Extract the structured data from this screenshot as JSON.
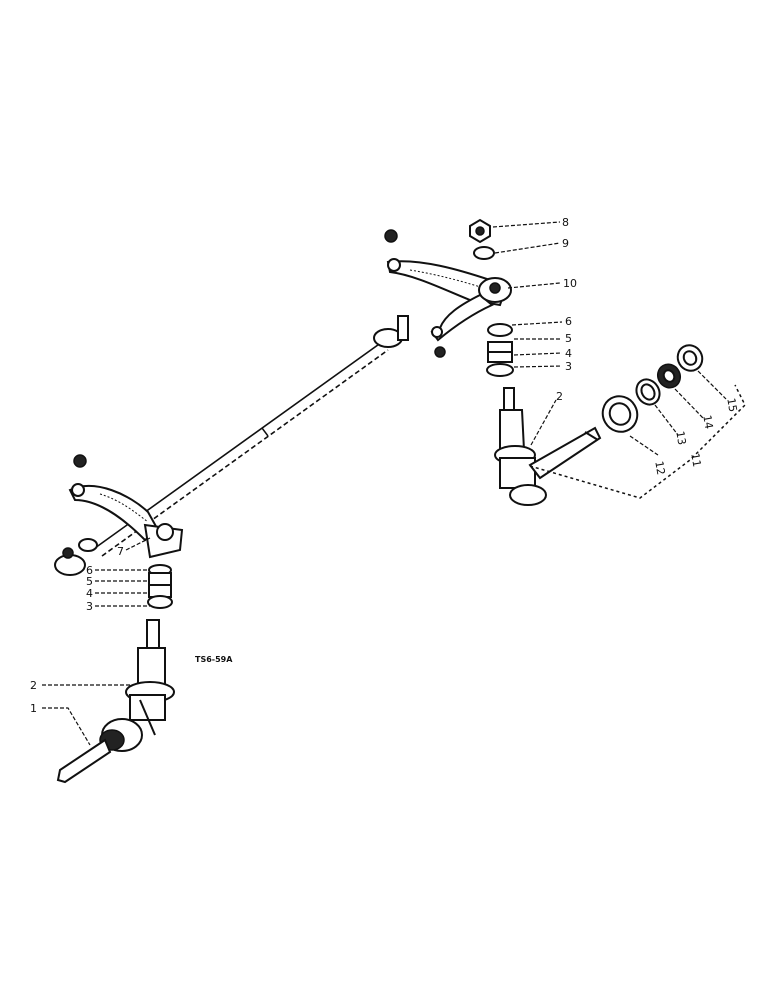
{
  "figure_code": "TS6-59A",
  "callouts": {
    "c1": "1",
    "c2_left": "2",
    "c2_right": "2",
    "c3_left": "3",
    "c4_left": "4",
    "c5_left": "5",
    "c6_left": "6",
    "c3_right": "3",
    "c4_right": "4",
    "c5_right": "5",
    "c6_right": "6",
    "c7": "7",
    "c8": "8",
    "c9": "9",
    "c10": "10",
    "c11": "11",
    "c12": "12",
    "c13": "13",
    "c14": "14",
    "c15": "15"
  }
}
